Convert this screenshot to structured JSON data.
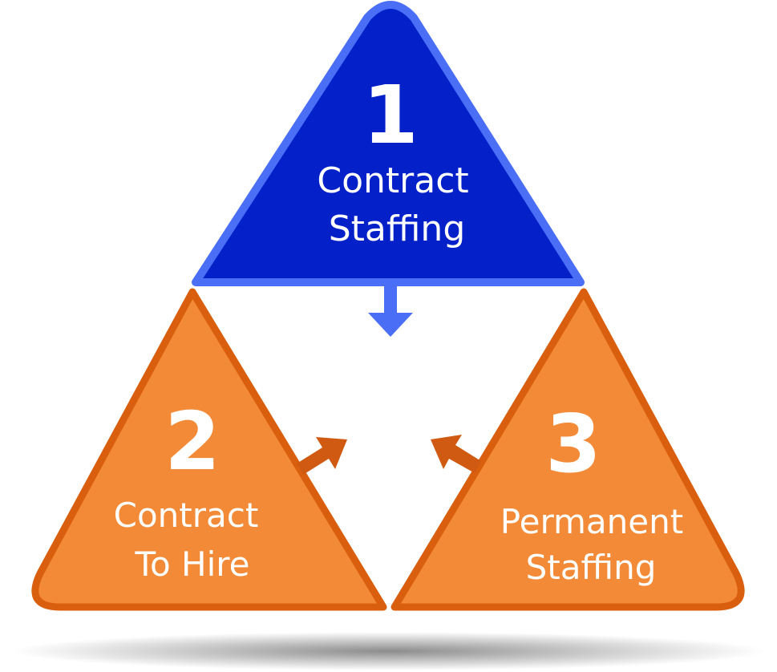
{
  "colors": {
    "top_fill": "#0320c9",
    "top_border": "#4a6ef6",
    "side_fill": "#f38a37",
    "side_border": "#d95f0e",
    "arrow_down": "#4a6ef6",
    "arrow_side": "#d05a12"
  },
  "steps": [
    {
      "number": "1",
      "line1": "Contract",
      "line2": "Staffing"
    },
    {
      "number": "2",
      "line1": "Contract",
      "line2": "To Hire"
    },
    {
      "number": "3",
      "line1": "Permanent",
      "line2": "Staffing"
    }
  ]
}
